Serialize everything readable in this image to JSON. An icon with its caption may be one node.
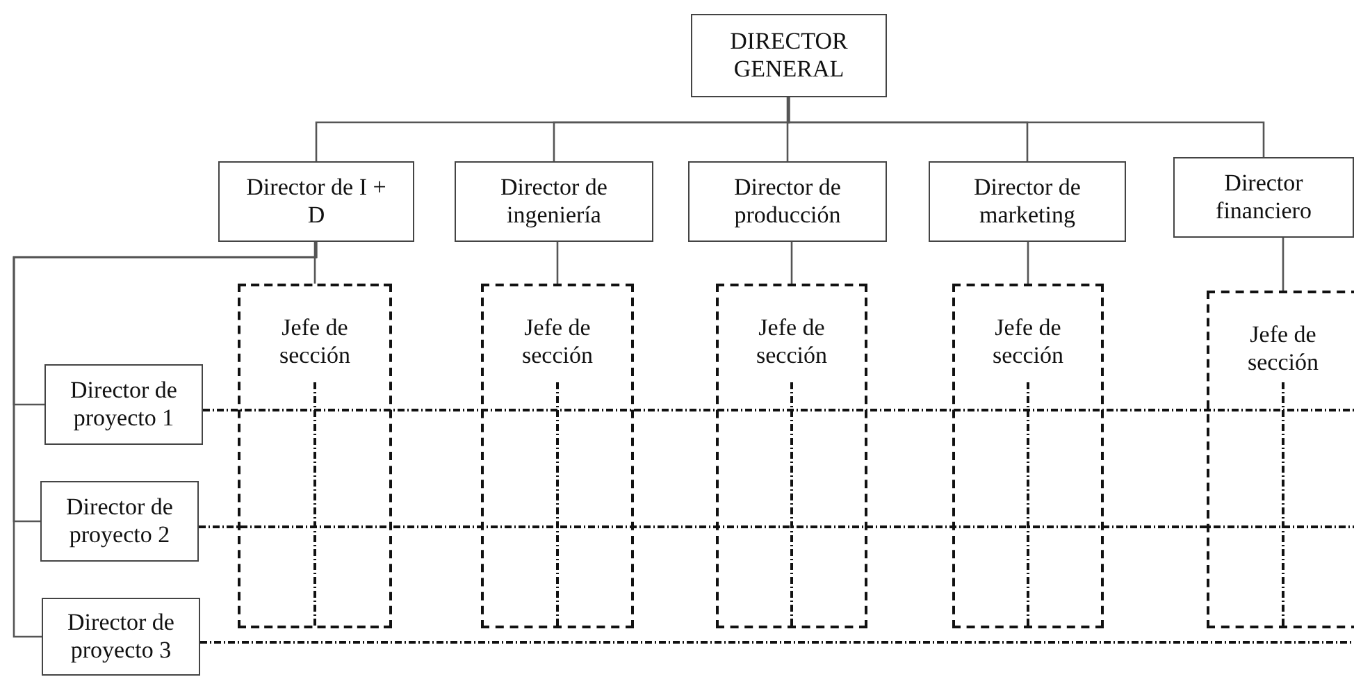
{
  "diagram": {
    "nodes": [
      {
        "text": [
          "DIRECTOR GENERAL"
        ]
      },
      {
        "text": [
          "Director de I + D"
        ]
      },
      {
        "text": [
          "Director de ingeniería"
        ]
      },
      {
        "text": [
          "Director de producción"
        ]
      },
      {
        "text": [
          "Director de marketing"
        ]
      },
      {
        "text": [
          "Director financiero"
        ]
      },
      {
        "text": [
          "Jefe de sección"
        ]
      },
      {
        "text": [
          "Jefe de sección"
        ]
      },
      {
        "text": [
          "Jefe de sección"
        ]
      },
      {
        "text": [
          "Jefe de sección"
        ]
      },
      {
        "text": [
          "Jefe de sección"
        ]
      },
      {
        "text": [
          "Director de proyecto 1"
        ]
      },
      {
        "text": [
          "Director de proyecto 2"
        ]
      },
      {
        "text": [
          "Director de proyecto 3"
        ]
      }
    ],
    "edges": [
      {
        "from": 0,
        "to": 1,
        "arrow": "none"
      },
      {
        "from": 0,
        "to": 2,
        "arrow": "none"
      },
      {
        "from": 0,
        "to": 3,
        "arrow": "none"
      },
      {
        "from": 0,
        "to": 4,
        "arrow": "none"
      },
      {
        "from": 0,
        "to": 5,
        "arrow": "none"
      },
      {
        "from": 1,
        "to": 11,
        "arrow": "none"
      },
      {
        "from": 1,
        "to": 12,
        "arrow": "none"
      },
      {
        "from": 1,
        "to": 13,
        "arrow": "none"
      },
      {
        "from": 1,
        "to": 6,
        "arrow": "none"
      },
      {
        "from": 2,
        "to": 7,
        "arrow": "none"
      },
      {
        "from": 3,
        "to": 8,
        "arrow": "none"
      },
      {
        "from": 4,
        "to": 9,
        "arrow": "none"
      },
      {
        "from": 5,
        "to": 10,
        "arrow": "none"
      }
    ]
  }
}
